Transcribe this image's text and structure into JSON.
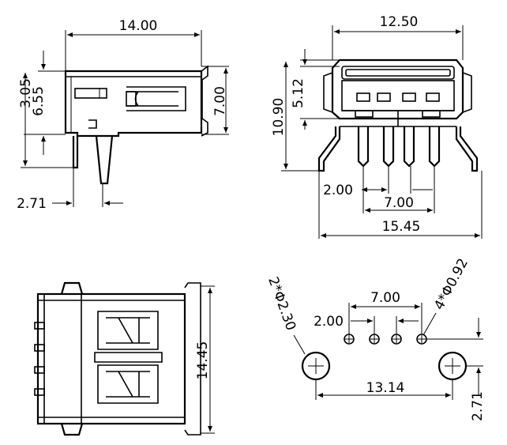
{
  "side_view": {
    "width": "14.00",
    "height": "7.00",
    "h_top": "3.05",
    "h_mid": "6.55",
    "pin_offset": "2.71"
  },
  "front_view": {
    "body_width": "12.50",
    "total_height": "10.90",
    "opening_height": "5.12",
    "pin_pitch": "2.00",
    "pin_span": "7.00",
    "overall_width": "15.45"
  },
  "top_view": {
    "length": "14.45"
  },
  "pcb_layout": {
    "pin_span": "7.00",
    "pin_pitch": "2.00",
    "large_holes": "2*Φ2.30",
    "small_holes": "4*Φ0.92",
    "hole_span": "13.14",
    "row_offset": "2.71"
  }
}
